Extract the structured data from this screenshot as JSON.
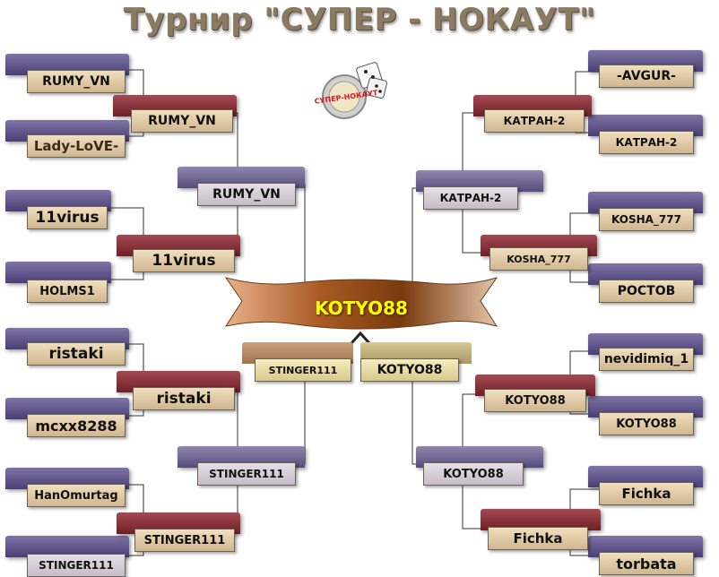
{
  "title": "Турнир \"СУПЕР - НОКАУТ\"",
  "logo_text": "СУПЕР-НОКАУТ",
  "champion": "KOTYO88",
  "left": {
    "round1": [
      "RUMY_VN",
      "Lady-LoVE-",
      "11virus",
      "HOLMS1",
      "ristaki",
      "mcxx8288",
      "HanOmurtag",
      "STINGER111"
    ],
    "round2": [
      "RUMY_VN",
      "11virus",
      "ristaki",
      "STINGER111"
    ],
    "round3": [
      "RUMY_VN",
      "STINGER111"
    ],
    "semifinal": "STINGER111"
  },
  "right": {
    "round1": [
      "-AVGUR-",
      "КАТРАН-2",
      "KOSHA_777",
      "POCTOB",
      "nevidimiq_1",
      "KOTYO88",
      "Fichka",
      "torbata"
    ],
    "round2": [
      "КАТРАН-2",
      "KOSHA_777",
      "KOTYO88",
      "Fichka"
    ],
    "round3": [
      "КАТРАН-2",
      "KOTYO88"
    ],
    "semifinal": "KOTYO88"
  },
  "colors": {
    "purple_lip": "#4a3f76",
    "red_lip": "#6e1f26",
    "tan_face": "#cfb68f",
    "champion_text": "#ffff00"
  }
}
